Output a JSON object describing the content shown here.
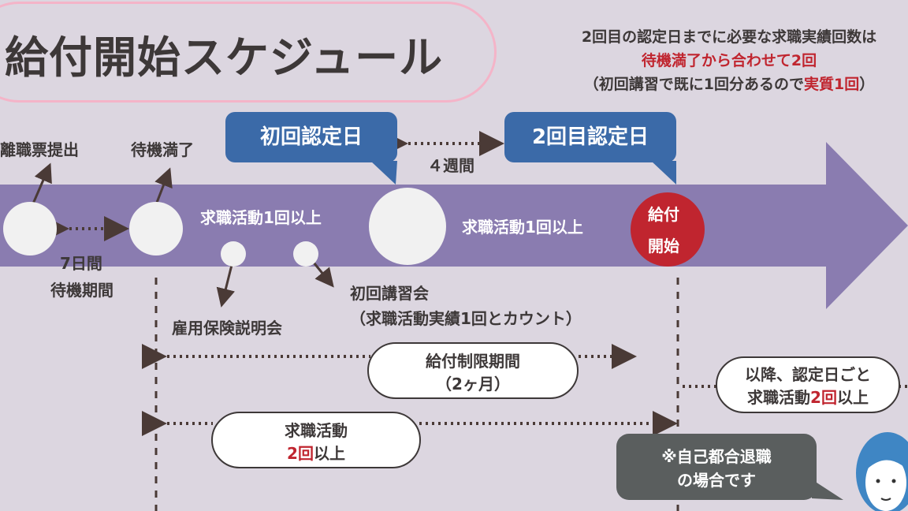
{
  "title": "給付開始スケジュール",
  "note": {
    "line1": "2回目の認定日までに必要な求職実績回数は",
    "line2": "待機満了から合わせて2回",
    "line3_a": "（初回講習で既に1回分あるので",
    "line3_red": "実質1回",
    "line3_b": "）"
  },
  "callouts": {
    "first": "初回認定日",
    "second": "2回目認定日",
    "interval": "４週間"
  },
  "timeline": {
    "job_separation": "離職票提出",
    "wait_end": "待機満了",
    "period_days": "7日間",
    "period_label": "待機期間",
    "activity_1": "求職活動1回以上",
    "activity_2": "求職活動1回以上",
    "benefit_start_1": "給付",
    "benefit_start_2": "開始"
  },
  "events": {
    "insurance_briefing": "雇用保険説明会",
    "first_seminar": "初回講習会",
    "first_seminar_note": "（求職活動実績1回とカウント）"
  },
  "pills": {
    "restriction_1": "給付制限期間",
    "restriction_2": "（2ヶ月）",
    "activity_1": "求職活動",
    "activity_2_num": "2回",
    "activity_2_rest": "以上",
    "after_1": "以降、認定日ごと",
    "after_2a": "求職活動",
    "after_2_num": "2回",
    "after_2b": "以上"
  },
  "bubble": {
    "line1": "※自己都合退職",
    "line2": "の場合です"
  }
}
